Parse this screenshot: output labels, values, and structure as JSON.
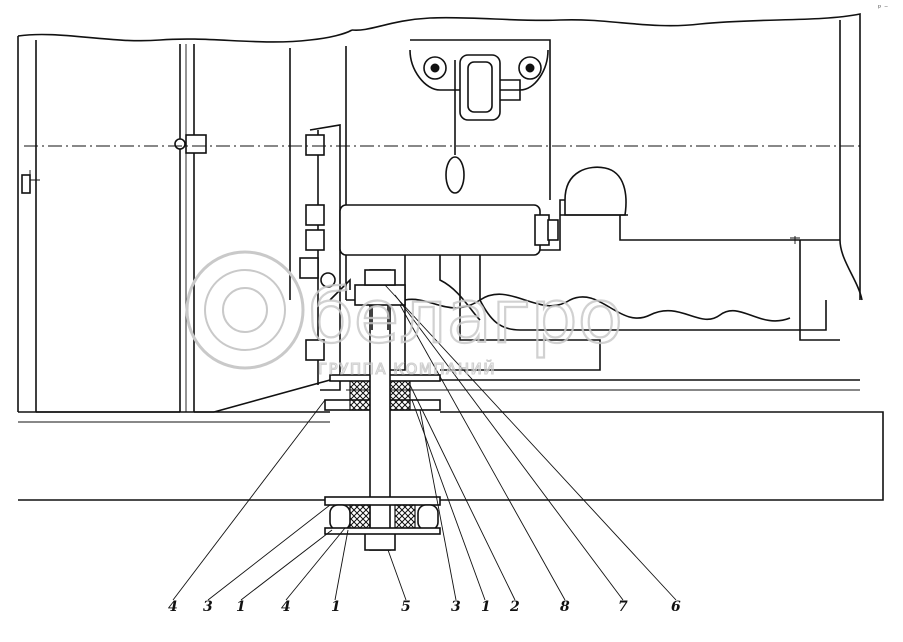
{
  "watermark": {
    "brand": "белагро",
    "tagline": "ГРУППА КОМПАНИЙ"
  },
  "callouts": [
    {
      "id": "c1",
      "label": "4"
    },
    {
      "id": "c2",
      "label": "3"
    },
    {
      "id": "c3",
      "label": "1"
    },
    {
      "id": "c4",
      "label": "4"
    },
    {
      "id": "c5",
      "label": "1"
    },
    {
      "id": "c6",
      "label": "5"
    },
    {
      "id": "c7",
      "label": "3"
    },
    {
      "id": "c8",
      "label": "1"
    },
    {
      "id": "c9",
      "label": "2"
    },
    {
      "id": "c10",
      "label": "8"
    },
    {
      "id": "c11",
      "label": "7"
    },
    {
      "id": "c12",
      "label": "6"
    }
  ],
  "corner_mark": "ᵖ ⁻"
}
